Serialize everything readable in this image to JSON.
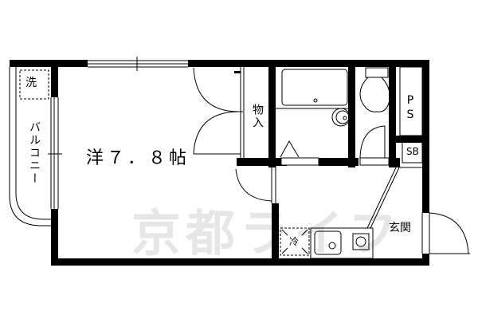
{
  "floor_plan": {
    "main_room": {
      "label": "洋7.8帖",
      "label_display": "洋７．８帖",
      "type": "洋室",
      "size_jo": 7.8
    },
    "rooms": {
      "balcony": "バルコニー",
      "washer": "洗",
      "storage": "物入",
      "pipe_space": "PS",
      "switch_board": "SB",
      "entrance": "玄関",
      "refrigerator": "冷"
    },
    "fixtures": [
      "bathtub",
      "washbasin",
      "toilet",
      "kitchen-sink",
      "gas-stove",
      "refrigerator-space"
    ]
  },
  "watermark": {
    "text": "京都ライフ"
  },
  "colors": {
    "wall": "#000000",
    "background": "#ffffff",
    "watermark": "#e6e6e6"
  }
}
